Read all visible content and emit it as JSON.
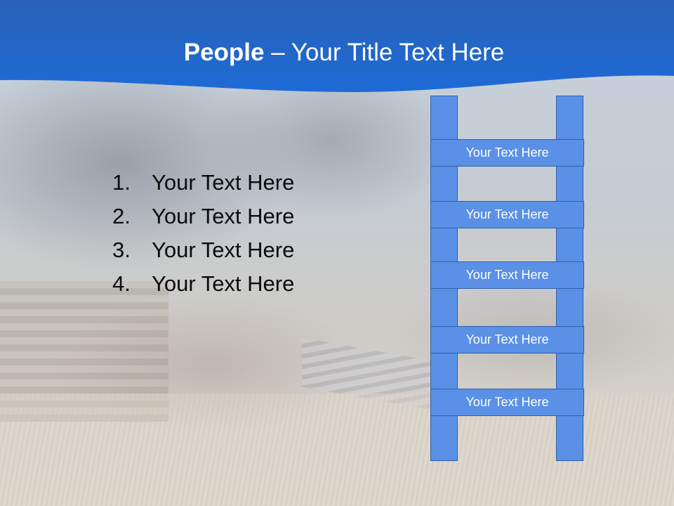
{
  "slide": {
    "title_bold": "People",
    "title_rest": " – Your Title Text Here"
  },
  "list": {
    "items": [
      {
        "number": "1.",
        "text": "Your Text Here"
      },
      {
        "number": "2.",
        "text": "Your Text Here"
      },
      {
        "number": "3.",
        "text": "Your Text Here"
      },
      {
        "number": "4.",
        "text": "Your Text Here"
      }
    ]
  },
  "ladder": {
    "rungs": [
      "Your Text Here",
      "Your Text Here",
      "Your Text Here",
      "Your Text Here",
      "Your Text Here"
    ]
  },
  "colors": {
    "header_blue": "#1f5fc5",
    "ladder_fill": "#5a90e6",
    "ladder_border": "#2f5fa8",
    "title_text": "#ffffff",
    "body_text": "#0c0c0c"
  }
}
